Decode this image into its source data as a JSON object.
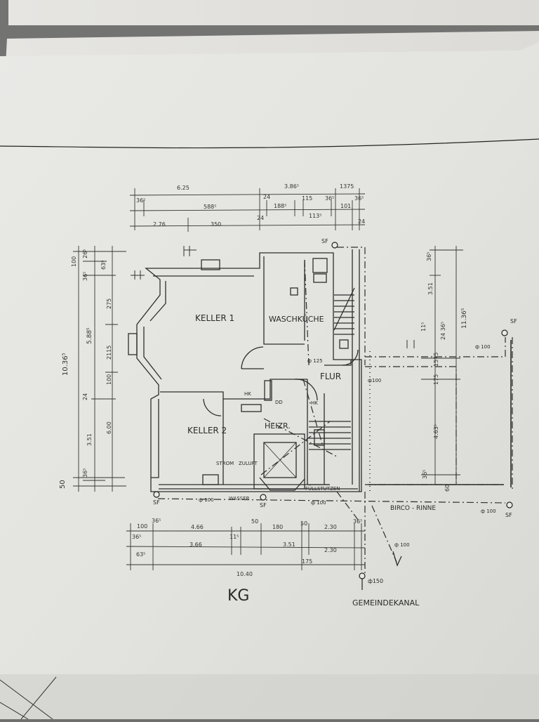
{
  "plan": {
    "floor_code": "KG",
    "rooms": {
      "keller1": "KELLER 1",
      "waschkueche": "WASCHKÜCHE",
      "flur": "FLUR",
      "keller2": "KELLER 2",
      "heizung": "HEIZR."
    },
    "labels": {
      "gemeindekanal": "GEMEINDEKANAL",
      "birco_rinne": "BIRCO - RINNE",
      "fuellstutzen": "FÜLLSTUTZEN",
      "wasser": "WASSER",
      "strom": "STROM",
      "zuluft": "ZULUFT",
      "hk1": "HK",
      "hk2": "HK",
      "dd": "DD",
      "sf_top": "SF",
      "sf_right": "SF",
      "sf_bl": "SF",
      "sf_bm": "SF",
      "sf_br": "SF",
      "pipe_100_a": "ф 100",
      "pipe_100_b": "ф 100",
      "pipe_100_c": "ф100",
      "pipe_100_d": "ф 100",
      "pipe_100_e": "ф 100",
      "pipe_100_f": "ф 100",
      "pipe_125": "ф 125",
      "pipe_150": "ф150"
    },
    "dims_top": {
      "d625": "6.25",
      "d3865": "3.86⁵",
      "d1375": "1375",
      "d365": "36⁵",
      "d5885": "588⁵",
      "d24a": "24",
      "d1885": "188⁵",
      "d115": "115",
      "d365b": "36⁵",
      "d101": "101",
      "d365c": "36⁵",
      "d1135": "113⁵",
      "d276": "2.76",
      "d350": "350",
      "d24b": "24",
      "d24c": "24"
    },
    "dims_left": {
      "d100": "100",
      "d265": "26⁵",
      "d639": "63⁹",
      "d365": "36⁵",
      "d275": "275",
      "d10365": "10.36⁵",
      "d5885": "5.88⁵",
      "d2115": "2115",
      "d100b": "100",
      "d24": "24",
      "d351": "3.51",
      "d600": "6.00",
      "d365b": "36⁵",
      "d50": "50"
    },
    "dims_right": {
      "d365": "36⁵",
      "d351": "3.51",
      "d11365": "11.36⁵",
      "d115": "11⁵",
      "d2436": "24 36⁵",
      "d1575": "1575",
      "d175": "175",
      "d4635": "4.63⁵",
      "d365b": "36⁵",
      "d60": "60"
    },
    "dims_bottom": {
      "d100": "100",
      "d365": "36⁵",
      "d466": "4.66",
      "d50": "50",
      "d180": "180",
      "d50b": "50",
      "d230": "2.30",
      "d365b": "36⁵",
      "d365c": "36⁵",
      "d366": "3.66",
      "d115": "11⁵",
      "d351": "3.51",
      "d230b": "2.30",
      "d635": "63⁵",
      "d175": "175",
      "d1040": "10.40"
    }
  }
}
